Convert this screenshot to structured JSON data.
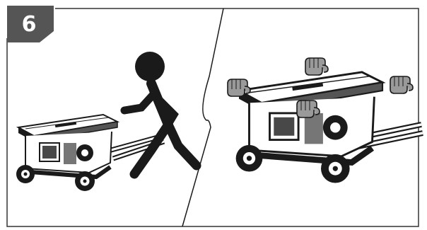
{
  "step": {
    "number": "6",
    "badge_color": "#555555",
    "badge_text_color": "#ffffff"
  },
  "panels": [
    {
      "id": "left",
      "depicts": [
        "stick-figure-icon",
        "table-saw-icon"
      ]
    },
    {
      "id": "right",
      "depicts": [
        "table-saw-icon",
        "hand-icon",
        "hand-icon",
        "hand-icon",
        "hand-icon"
      ]
    }
  ],
  "colors": {
    "line": "#1a1a1a",
    "hand_fill": "#9a9a9a",
    "frame": "#333333"
  }
}
